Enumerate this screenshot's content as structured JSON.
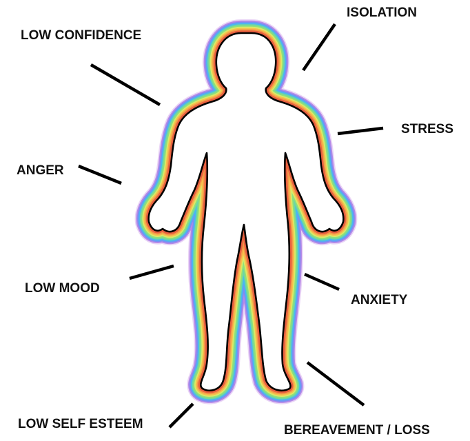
{
  "labels": {
    "isolation": "ISOLATION",
    "low_confidence": "LOW CONFIDENCE",
    "stress": "STRESS",
    "anger": "ANGER",
    "low_mood": "LOW MOOD",
    "anxiety": "ANXIETY",
    "low_self_esteem": "LOW SELF ESTEEM",
    "bereavement_loss": "BEREAVEMENT / LOSS"
  },
  "aura_colors": [
    "#d9b3f0",
    "#b58ae8",
    "#7a8ff2",
    "#49b8f0",
    "#6fd6a3",
    "#8fe07a",
    "#d8ea6a",
    "#f6c04d",
    "#f39a4a",
    "#e8603f"
  ],
  "outline_color": "#000000",
  "body_fill": "#ffffff"
}
